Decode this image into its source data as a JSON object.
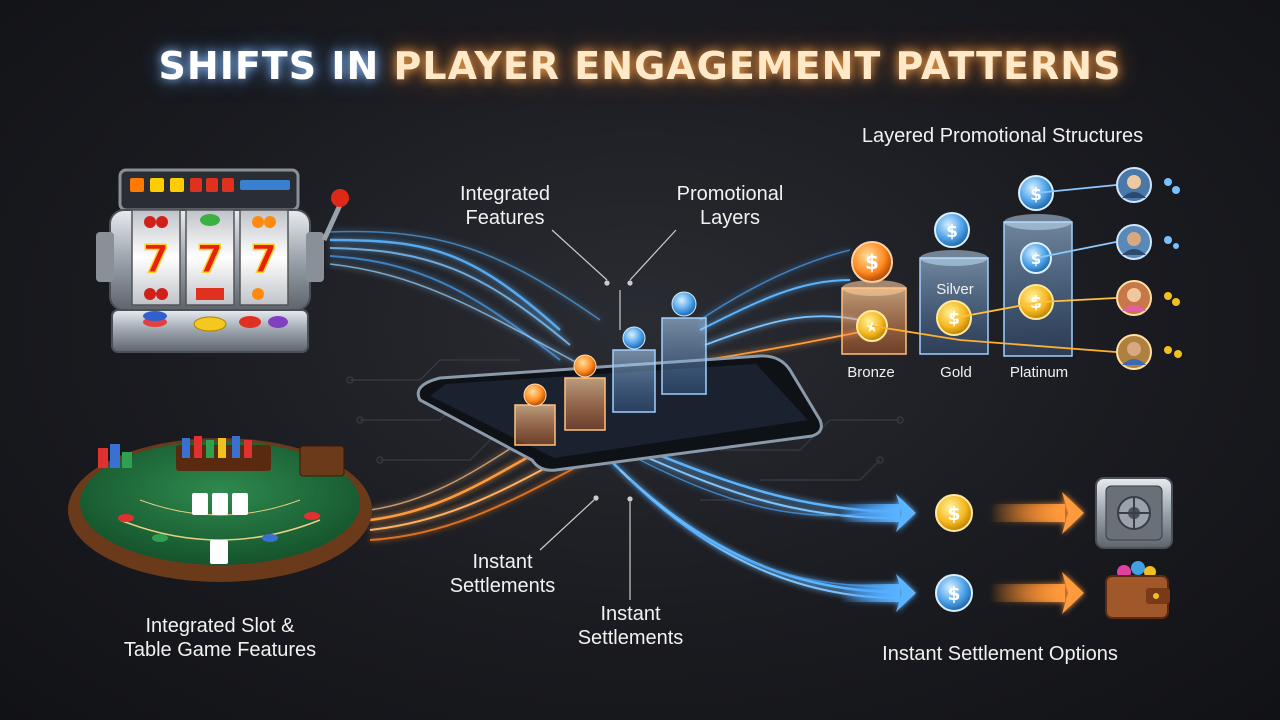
{
  "title": {
    "part1": "SHIFTS IN",
    "part2": "PLAYER ENGAGEMENT PATTERNS"
  },
  "labels": {
    "integrated_features_1": "Integrated",
    "integrated_features_2": "Features",
    "promotional_layers_1": "Promotional",
    "promotional_layers_2": "Layers",
    "layered_structures": "Layered Promotional Structures",
    "instant_settlements_a1": "Instant",
    "instant_settlements_a2": "Settlements",
    "instant_settlements_b1": "Instant",
    "instant_settlements_b2": "Settlements",
    "slot_table_1": "Integrated Slot &",
    "slot_table_2": "Table Game Features",
    "instant_settlement_options": "Instant Settlement Options"
  },
  "tiers": {
    "bronze": "Bronze",
    "silver": "Silver",
    "gold": "Gold",
    "platinum": "Platinum"
  },
  "colors": {
    "blue_flow": "#4aa8ff",
    "orange_flow": "#ff9a3c",
    "gold": "#f5b820",
    "felt": "#1f6b3a"
  },
  "icons": [
    "slot-machine-icon",
    "card-table-icon",
    "smartphone-icon",
    "medal-icon",
    "coin-icon",
    "safe-icon",
    "wallet-icon",
    "avatar-icon"
  ]
}
